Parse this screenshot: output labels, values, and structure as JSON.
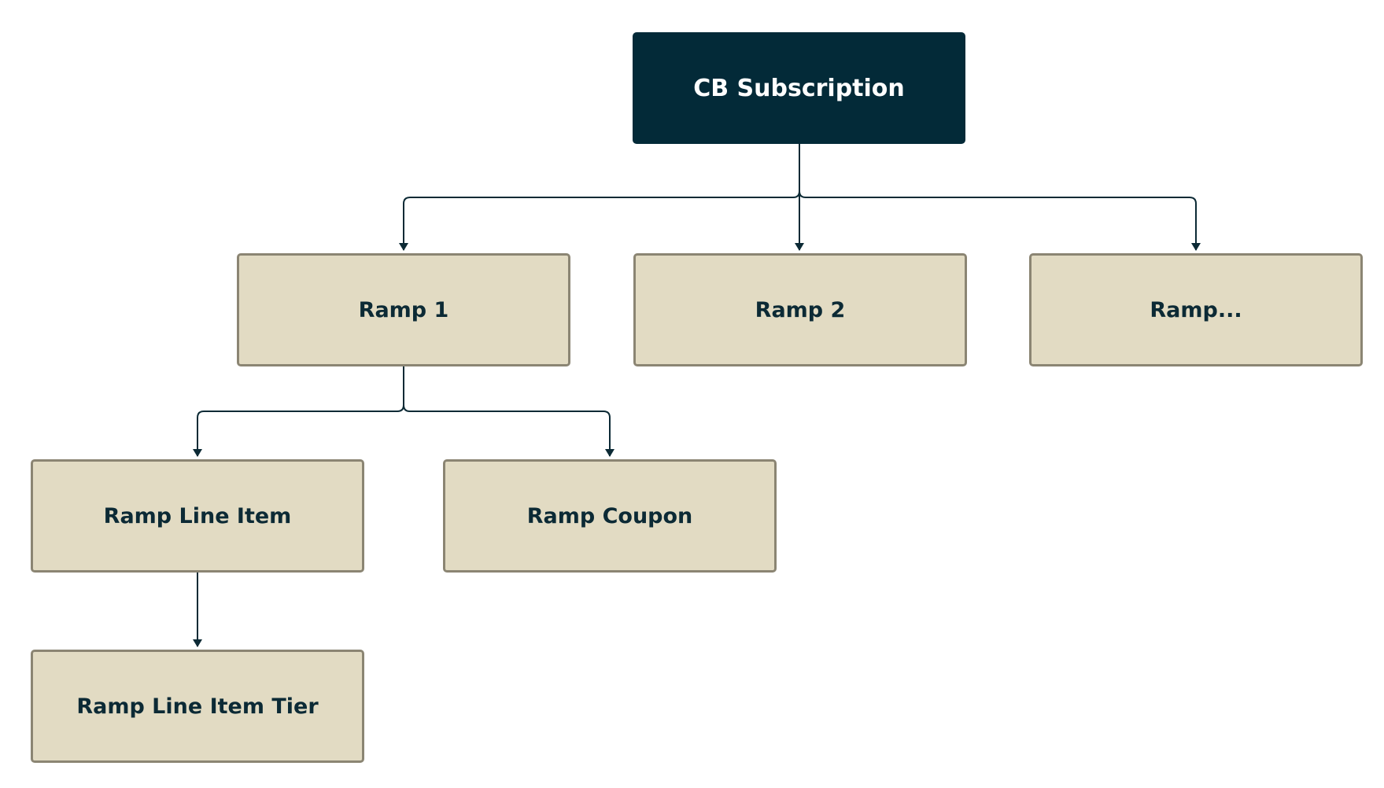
{
  "diagram": {
    "colors": {
      "root_fill": "#032a38",
      "child_fill": "#e2dbc3",
      "child_border": "#8b8573",
      "connector": "#0c2a35",
      "root_text": "#ffffff",
      "child_text": "#0c2a35"
    },
    "nodes": {
      "cb_subscription": "CB Subscription",
      "ramp_1": "Ramp 1",
      "ramp_2": "Ramp 2",
      "ramp_more": "Ramp...",
      "ramp_line_item": "Ramp Line Item",
      "ramp_coupon": "Ramp Coupon",
      "ramp_line_item_tier": "Ramp Line Item Tier"
    },
    "edges": [
      {
        "from": "cb_subscription",
        "to": "ramp_1"
      },
      {
        "from": "cb_subscription",
        "to": "ramp_2"
      },
      {
        "from": "cb_subscription",
        "to": "ramp_more"
      },
      {
        "from": "ramp_1",
        "to": "ramp_line_item"
      },
      {
        "from": "ramp_1",
        "to": "ramp_coupon"
      },
      {
        "from": "ramp_line_item",
        "to": "ramp_line_item_tier"
      }
    ]
  }
}
